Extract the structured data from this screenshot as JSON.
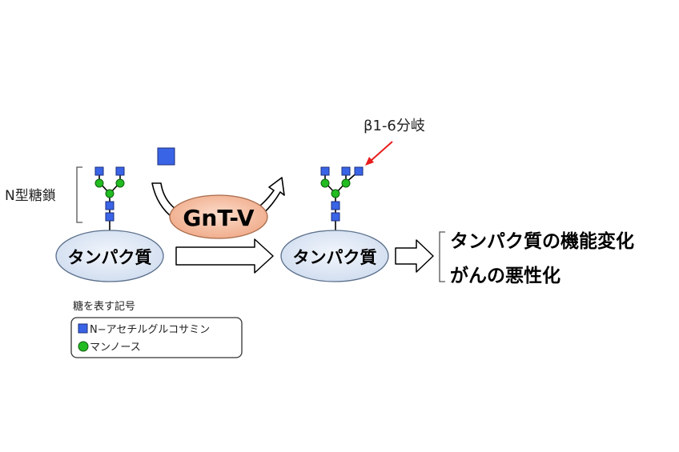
{
  "labels": {
    "n_glycan": "N型糖鎖",
    "protein_left": "タンパク質",
    "protein_right": "タンパク質",
    "enzyme": "GnT-V",
    "branch": "β1-6分岐",
    "result_1": "タンパク質の機能変化",
    "result_2": "がんの悪性化"
  },
  "legend": {
    "title": "糖を表す記号",
    "items": [
      {
        "symbol": "square",
        "color": "#3a64e6",
        "label": "N−アセチルグルコサミン"
      },
      {
        "symbol": "circle",
        "color": "#22bb22",
        "label": "マンノース"
      }
    ]
  },
  "colors": {
    "glcnac": "#3a64e6",
    "mannose": "#22bb22",
    "protein_fill": "#dfe8f5",
    "enzyme_fill": "#f6c2a6",
    "branch_arrow": "#e81c1c"
  }
}
